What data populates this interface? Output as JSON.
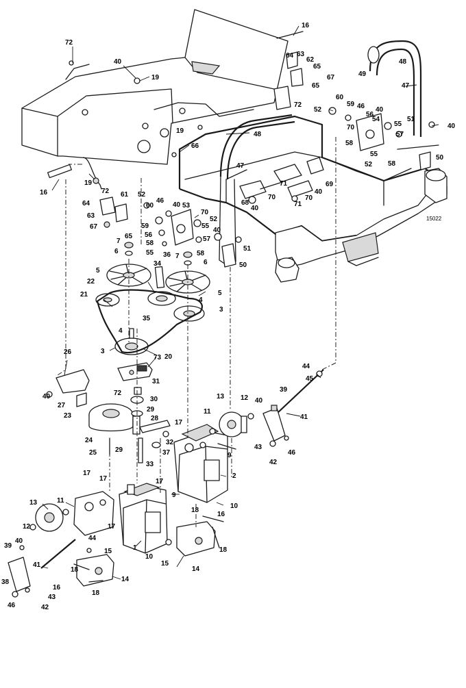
{
  "drawing_code": "15022",
  "callouts": [
    {
      "id": "c-72a",
      "text": "72"
    },
    {
      "id": "c-40a",
      "text": "40"
    },
    {
      "id": "c-19a",
      "text": "19"
    },
    {
      "id": "c-16a",
      "text": "16"
    },
    {
      "id": "c-64a",
      "text": "64"
    },
    {
      "id": "c-63a",
      "text": "63"
    },
    {
      "id": "c-62",
      "text": "62"
    },
    {
      "id": "c-65a",
      "text": "65"
    },
    {
      "id": "c-67a",
      "text": "67"
    },
    {
      "id": "c-65b",
      "text": "65"
    },
    {
      "id": "c-72b",
      "text": "72"
    },
    {
      "id": "c-49",
      "text": "49"
    },
    {
      "id": "c-48a",
      "text": "48"
    },
    {
      "id": "c-47a",
      "text": "47"
    },
    {
      "id": "c-60a",
      "text": "60"
    },
    {
      "id": "c-52a",
      "text": "52"
    },
    {
      "id": "c-59a",
      "text": "59"
    },
    {
      "id": "c-46a",
      "text": "46"
    },
    {
      "id": "c-56a",
      "text": "56"
    },
    {
      "id": "c-40b",
      "text": "40"
    },
    {
      "id": "c-54",
      "text": "54"
    },
    {
      "id": "c-55a",
      "text": "55"
    },
    {
      "id": "c-70a",
      "text": "70"
    },
    {
      "id": "c-57a",
      "text": "57"
    },
    {
      "id": "c-51a",
      "text": "51"
    },
    {
      "id": "c-40c",
      "text": "40"
    },
    {
      "id": "c-58a",
      "text": "58"
    },
    {
      "id": "c-52b",
      "text": "52"
    },
    {
      "id": "c-55b",
      "text": "55"
    },
    {
      "id": "c-58b",
      "text": "58"
    },
    {
      "id": "c-50a",
      "text": "50"
    },
    {
      "id": "c-19b",
      "text": "19"
    },
    {
      "id": "c-48b",
      "text": "48"
    },
    {
      "id": "c-66",
      "text": "66"
    },
    {
      "id": "c-47b",
      "text": "47"
    },
    {
      "id": "c-16b",
      "text": "16"
    },
    {
      "id": "c-19c",
      "text": "19"
    },
    {
      "id": "c-71a",
      "text": "71"
    },
    {
      "id": "c-69",
      "text": "69"
    },
    {
      "id": "c-40d",
      "text": "40"
    },
    {
      "id": "c-68",
      "text": "68"
    },
    {
      "id": "c-70b",
      "text": "70"
    },
    {
      "id": "c-71b",
      "text": "71"
    },
    {
      "id": "c-70c",
      "text": "70"
    },
    {
      "id": "c-40e",
      "text": "40"
    },
    {
      "id": "c-64b",
      "text": "64"
    },
    {
      "id": "c-72c",
      "text": "72"
    },
    {
      "id": "c-61",
      "text": "61"
    },
    {
      "id": "c-52c",
      "text": "52"
    },
    {
      "id": "c-46b",
      "text": "46"
    },
    {
      "id": "c-60b",
      "text": "60"
    },
    {
      "id": "c-63b",
      "text": "63"
    },
    {
      "id": "c-67b",
      "text": "67"
    },
    {
      "id": "c-65c",
      "text": "65"
    },
    {
      "id": "c-53",
      "text": "53"
    },
    {
      "id": "c-40f",
      "text": "40"
    },
    {
      "id": "c-70d",
      "text": "70"
    },
    {
      "id": "c-52d",
      "text": "52"
    },
    {
      "id": "c-55c",
      "text": "55"
    },
    {
      "id": "c-59b",
      "text": "59"
    },
    {
      "id": "c-56b",
      "text": "56"
    },
    {
      "id": "c-58c",
      "text": "58"
    },
    {
      "id": "c-57b",
      "text": "57"
    },
    {
      "id": "c-40g",
      "text": "40"
    },
    {
      "id": "c-51b",
      "text": "51"
    },
    {
      "id": "c-7a",
      "text": "7"
    },
    {
      "id": "c-6a",
      "text": "6"
    },
    {
      "id": "c-55d",
      "text": "55"
    },
    {
      "id": "c-36",
      "text": "36"
    },
    {
      "id": "c-58d",
      "text": "58"
    },
    {
      "id": "c-50b",
      "text": "50"
    },
    {
      "id": "c-7b",
      "text": "7"
    },
    {
      "id": "c-6b",
      "text": "6"
    },
    {
      "id": "c-34",
      "text": "34"
    },
    {
      "id": "c-5a",
      "text": "5"
    },
    {
      "id": "c-22",
      "text": "22"
    },
    {
      "id": "c-5b",
      "text": "5"
    },
    {
      "id": "c-21",
      "text": "21"
    },
    {
      "id": "c-4a",
      "text": "4"
    },
    {
      "id": "c-35",
      "text": "35"
    },
    {
      "id": "c-3a",
      "text": "3"
    },
    {
      "id": "c-4b",
      "text": "4"
    },
    {
      "id": "c-3b",
      "text": "3"
    },
    {
      "id": "c-20",
      "text": "20"
    },
    {
      "id": "c-73",
      "text": "73"
    },
    {
      "id": "c-26",
      "text": "26"
    },
    {
      "id": "c-31",
      "text": "31"
    },
    {
      "id": "c-40h",
      "text": "40"
    },
    {
      "id": "c-72d",
      "text": "72"
    },
    {
      "id": "c-30",
      "text": "30"
    },
    {
      "id": "c-27",
      "text": "27"
    },
    {
      "id": "c-23",
      "text": "23"
    },
    {
      "id": "c-29a",
      "text": "29"
    },
    {
      "id": "c-28",
      "text": "28"
    },
    {
      "id": "c-17a",
      "text": "17"
    },
    {
      "id": "c-24",
      "text": "24"
    },
    {
      "id": "c-25",
      "text": "25"
    },
    {
      "id": "c-29b",
      "text": "29"
    },
    {
      "id": "c-32",
      "text": "32"
    },
    {
      "id": "c-37",
      "text": "37"
    },
    {
      "id": "c-33",
      "text": "33"
    },
    {
      "id": "c-44a",
      "text": "44"
    },
    {
      "id": "c-45",
      "text": "45"
    },
    {
      "id": "c-13a",
      "text": "13"
    },
    {
      "id": "c-12a",
      "text": "12"
    },
    {
      "id": "c-40i",
      "text": "40"
    },
    {
      "id": "c-39a",
      "text": "39"
    },
    {
      "id": "c-11a",
      "text": "11"
    },
    {
      "id": "c-41a",
      "text": "41"
    },
    {
      "id": "c-9a",
      "text": "9"
    },
    {
      "id": "c-43a",
      "text": "43"
    },
    {
      "id": "c-46c",
      "text": "46"
    },
    {
      "id": "c-42a",
      "text": "42"
    },
    {
      "id": "c-2",
      "text": "2"
    },
    {
      "id": "c-17b",
      "text": "17"
    },
    {
      "id": "c-17c",
      "text": "17"
    },
    {
      "id": "c-17d",
      "text": "17"
    },
    {
      "id": "c-9b",
      "text": "9"
    },
    {
      "id": "c-10a",
      "text": "10"
    },
    {
      "id": "c-13b",
      "text": "13"
    },
    {
      "id": "c-11b",
      "text": "11"
    },
    {
      "id": "c-18a",
      "text": "18"
    },
    {
      "id": "c-16c",
      "text": "16"
    },
    {
      "id": "c-12b",
      "text": "12"
    },
    {
      "id": "c-17e",
      "text": "17"
    },
    {
      "id": "c-44b",
      "text": "44"
    },
    {
      "id": "c-40j",
      "text": "40"
    },
    {
      "id": "c-39b",
      "text": "39"
    },
    {
      "id": "c-1",
      "text": "1"
    },
    {
      "id": "c-10b",
      "text": "10"
    },
    {
      "id": "c-15a",
      "text": "15"
    },
    {
      "id": "c-18b",
      "text": "18"
    },
    {
      "id": "c-15b",
      "text": "15"
    },
    {
      "id": "c-14a",
      "text": "14"
    },
    {
      "id": "c-41b",
      "text": "41"
    },
    {
      "id": "c-18c",
      "text": "18"
    },
    {
      "id": "c-14b",
      "text": "14"
    },
    {
      "id": "c-38",
      "text": "38"
    },
    {
      "id": "c-16d",
      "text": "16"
    },
    {
      "id": "c-43b",
      "text": "43"
    },
    {
      "id": "c-18d",
      "text": "18"
    },
    {
      "id": "c-46d",
      "text": "46"
    },
    {
      "id": "c-42b",
      "text": "42"
    }
  ]
}
